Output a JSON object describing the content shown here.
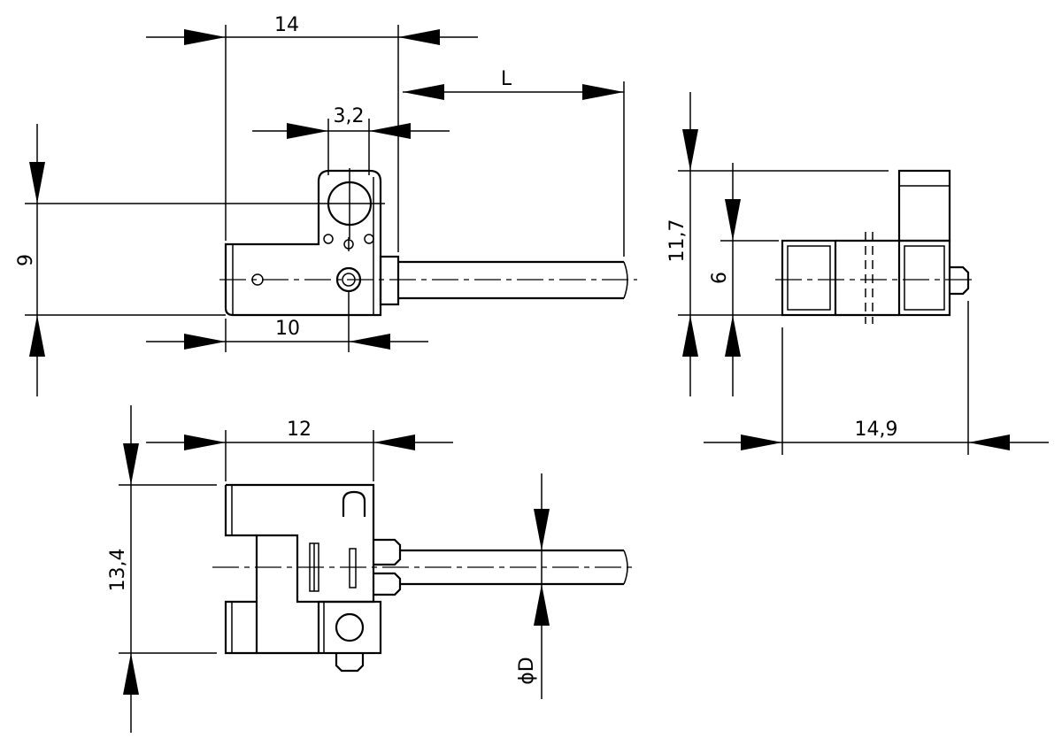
{
  "dimensions": {
    "top_width": "14",
    "cable_length": "L",
    "hole_spacing": "3,2",
    "height": "9",
    "base_length": "10",
    "side_height": "11,7",
    "side_inner_height": "6",
    "side_depth": "14,9",
    "bottom_width": "12",
    "bottom_height": "13,4",
    "cable_diameter": "ϕD"
  },
  "colors": {
    "line": "#000000",
    "background": "#ffffff"
  }
}
